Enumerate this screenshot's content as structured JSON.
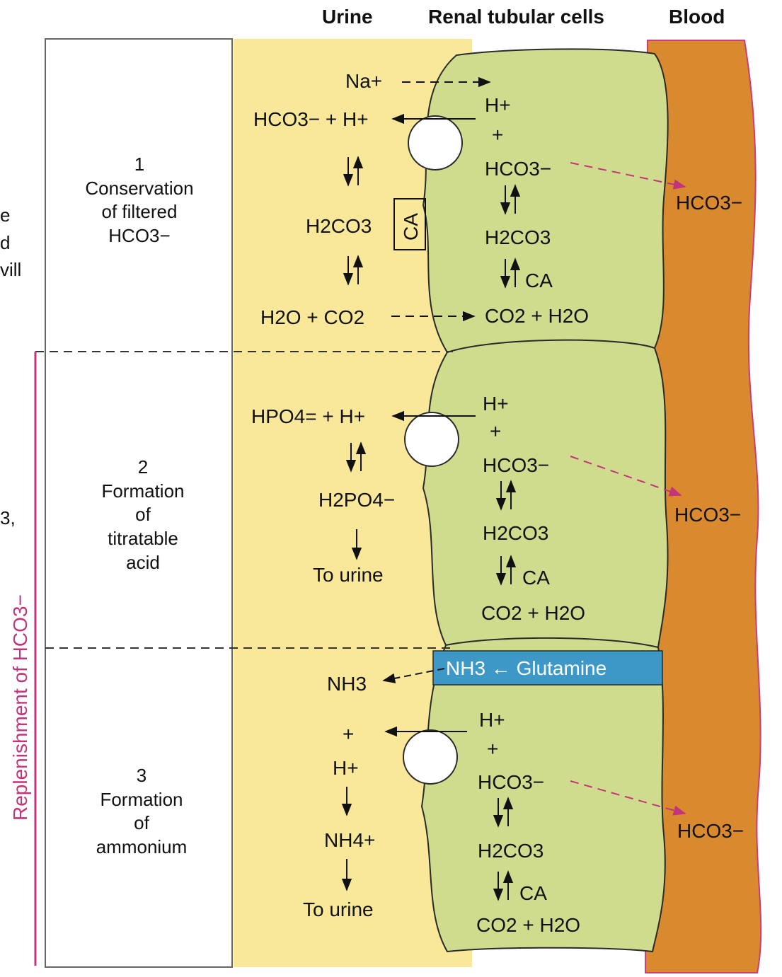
{
  "headers": {
    "urine": "Urine",
    "cells": "Renal tubular cells",
    "blood": "Blood"
  },
  "side_label": "Replenishment of HCO3−",
  "left_fragments": [
    "e",
    "d",
    "vill",
    "3,"
  ],
  "sections": [
    {
      "number": "1",
      "title_lines": [
        "Conservation",
        "of filtered",
        "HCO3−"
      ]
    },
    {
      "number": "2",
      "title_lines": [
        "Formation",
        "of",
        "titratable",
        "acid"
      ]
    },
    {
      "number": "3",
      "title_lines": [
        "Formation",
        "of",
        "ammonium"
      ]
    }
  ],
  "section1": {
    "na": "Na+",
    "hco3_plus_h": "HCO3− + H+",
    "h2co3": "H2CO3",
    "ca_box": "CA",
    "h2o_co2": "H2O + CO2",
    "cell": [
      "H+",
      "+",
      "HCO3−",
      "H2CO3",
      "CA",
      "CO2 + H2O"
    ],
    "blood": "HCO3−"
  },
  "section2": {
    "hpo4_plus_h": "HPO4= + H+",
    "h2po4": "H2PO4−",
    "to_urine": "To urine",
    "cell": [
      "H+",
      "+",
      "HCO3−",
      "H2CO3",
      "CA",
      "CO2 + H2O"
    ],
    "blood": "HCO3−"
  },
  "section3": {
    "band": "NH3 ← Glutamine",
    "nh3": "NH3",
    "plus": "+",
    "h": "H+",
    "nh4": "NH4+",
    "to_urine": "To urine",
    "cell": [
      "H+",
      "+",
      "HCO3−",
      "H2CO3",
      "CA",
      "CO2 + H2O"
    ],
    "blood": "HCO3−"
  },
  "colors": {
    "urine_bg": "#f9e89a",
    "cell_fill": "#cfdc8e",
    "blood_fill": "#d98a2e",
    "blood_edge": "#cc3c76",
    "band_fill": "#3d98c8",
    "pink": "#c2357a"
  }
}
